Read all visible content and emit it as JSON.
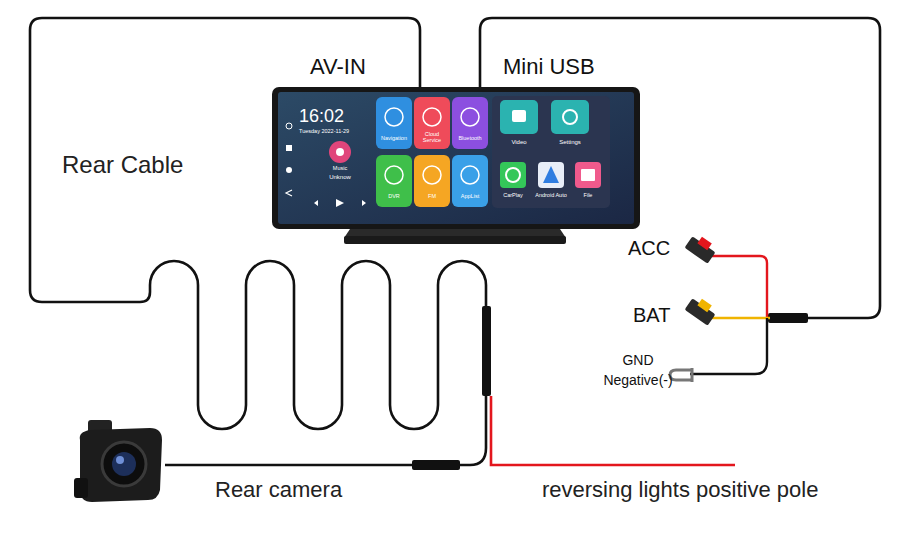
{
  "diagram": {
    "labels": [
      "AV-IN",
      "Mini USB",
      "Rear Cable",
      "16:02",
      "Tuesday 2022-11-29",
      "Music",
      "Unknow",
      "Navigation",
      "Cloud Service",
      "Bluetooth",
      "Video",
      "Settings",
      "DVR",
      "FM",
      "AppList",
      "CarPlay",
      "Android Auto",
      "File",
      "ACC",
      "BAT",
      "GND Negative(-)",
      "Rear camera",
      "reversing lights positive pole"
    ]
  }
}
